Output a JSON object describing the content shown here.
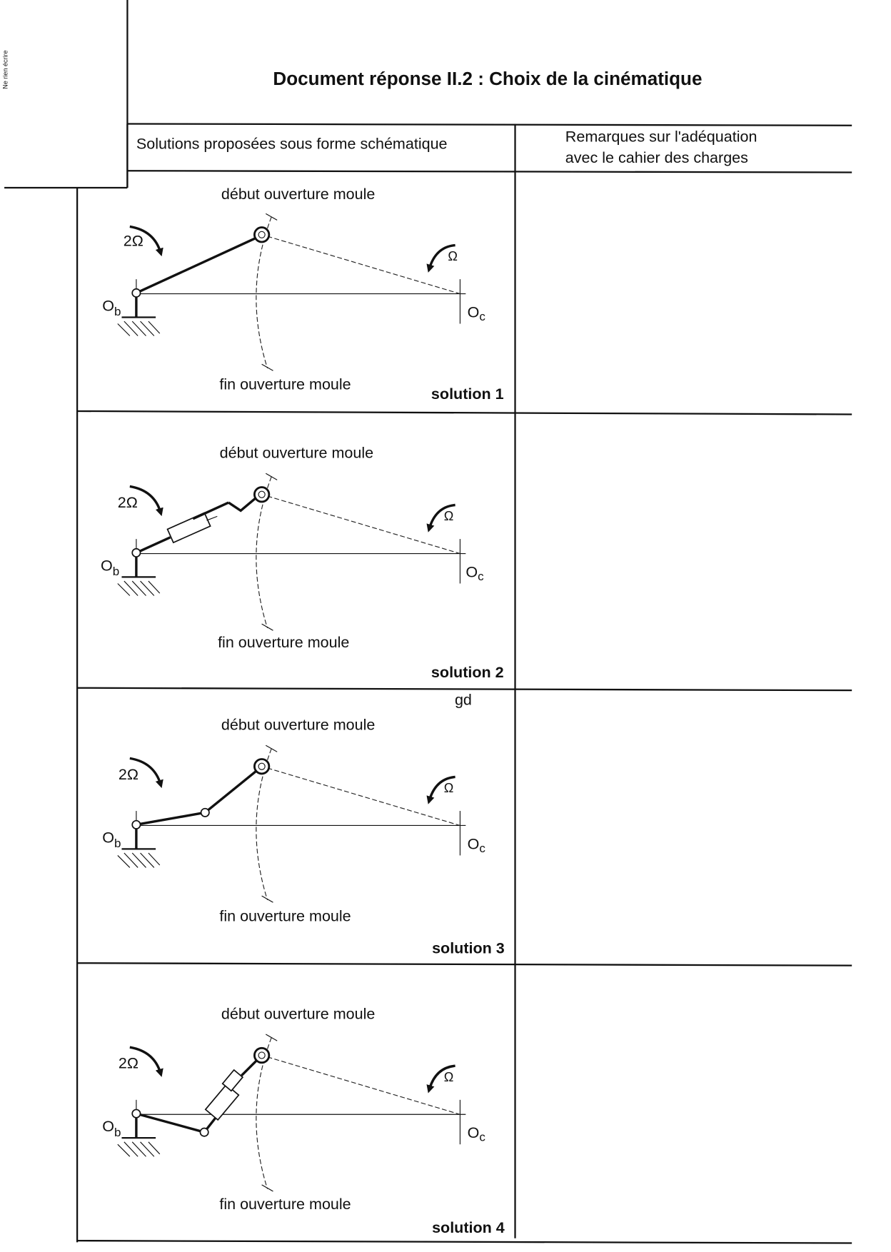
{
  "margin_note": "Ne rien écrire",
  "title": "Document réponse II.2 : Choix de la cinématique",
  "table": {
    "col1_header": "Solutions proposées sous forme schématique",
    "col2_header_line1": "Remarques sur l'adéquation",
    "col2_header_line2": "avec le cahier des charges"
  },
  "solutions": [
    {
      "label": "solution 1",
      "start": "début ouverture moule",
      "end": "fin ouverture moule",
      "omega_b": "2Ω",
      "omega_c": "Ω",
      "ob": "O",
      "ob_sub": "b",
      "oc": "O",
      "oc_sub": "c",
      "remark": ""
    },
    {
      "label": "solution 2",
      "start": "début ouverture moule",
      "end": "fin ouverture moule",
      "omega_b": "2Ω",
      "omega_c": "Ω",
      "ob": "O",
      "ob_sub": "b",
      "oc": "O",
      "oc_sub": "c",
      "remark": ""
    },
    {
      "label": "solution 3",
      "start": "début ouverture moule",
      "end": "fin ouverture moule",
      "omega_b": "2Ω",
      "omega_c": "Ω",
      "ob": "O",
      "ob_sub": "b",
      "oc": "O",
      "oc_sub": "c",
      "remark": ""
    },
    {
      "label": "solution 4",
      "start": "début ouverture moule",
      "end": "fin ouverture moule",
      "omega_b": "2Ω",
      "omega_c": "Ω",
      "ob": "O",
      "ob_sub": "b",
      "oc": "O",
      "oc_sub": "c",
      "remark": ""
    }
  ],
  "annotation_gd": "gd"
}
